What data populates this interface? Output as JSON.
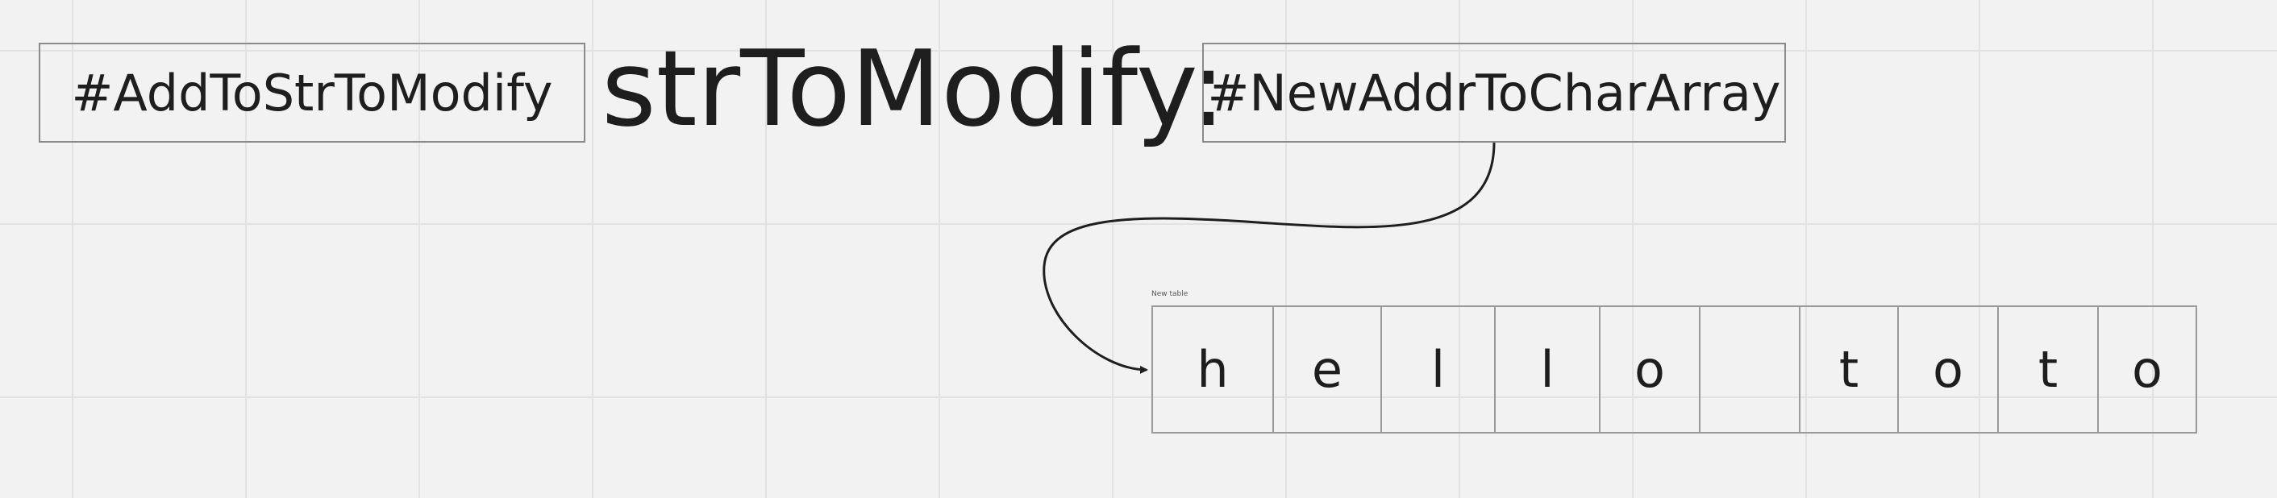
{
  "board": {
    "title": "strToModify:",
    "left_label": "#AddToStrToModify",
    "right_label": "#NewAddrToCharArray"
  },
  "table": {
    "caption": "New table",
    "cells": [
      "h",
      "e",
      "l",
      "l",
      "o",
      "",
      "t",
      "o",
      "t",
      "o"
    ]
  },
  "colors": {
    "background": "#f2f2f2",
    "grid": "#e2e2e2",
    "text": "#1e1e1e",
    "border": "#8a8a8a"
  }
}
